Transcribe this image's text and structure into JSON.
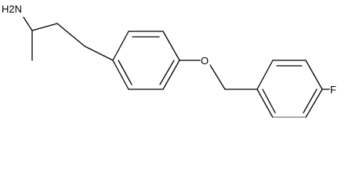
{
  "labels": {
    "amine": "H2N",
    "ether_oxygen": "O",
    "fluorine": "F"
  },
  "colors": {
    "background": "#ffffff",
    "ink": "#000000"
  }
}
